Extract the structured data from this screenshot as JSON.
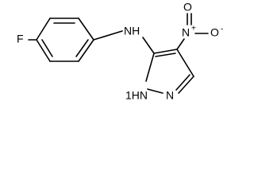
{
  "molecule": {
    "atoms": {
      "fluorine": "F",
      "amine": "NH",
      "ring_nh": "1HN",
      "ring_n": "N",
      "nitro_n": "N",
      "nitro_plus": "+",
      "nitro_o_top": "O",
      "nitro_o_right": "O",
      "nitro_o_minus": "-"
    }
  }
}
